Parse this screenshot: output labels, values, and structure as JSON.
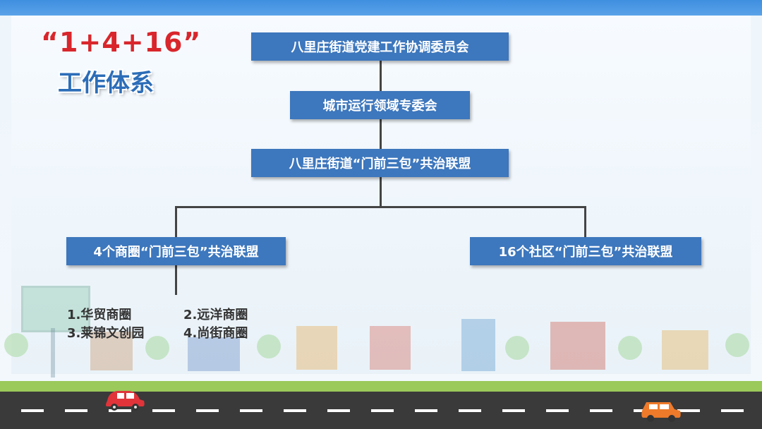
{
  "title": {
    "formula": "“1+4+16”",
    "subtitle": "工作体系"
  },
  "nodes": {
    "committee": "八里庄街道党建工作协调委员会",
    "special_committee": "城市运行领域专委会",
    "street_alliance": "八里庄街道“门前三包”共治联盟",
    "business_alliance": "4个商圈“门前三包”共治联盟",
    "community_alliance": "16个社区“门前三包”共治联盟"
  },
  "business_circles": [
    "1.华贸商圈",
    "2.远洋商圈",
    "3.莱锦文创园",
    "4.尚街商圈"
  ],
  "colors": {
    "box_fill": "#3d77bd",
    "title_red": "#d8262c",
    "title_blue": "#2c6db8",
    "car_red": "#e0343a",
    "car_orange": "#ee7a2a"
  }
}
